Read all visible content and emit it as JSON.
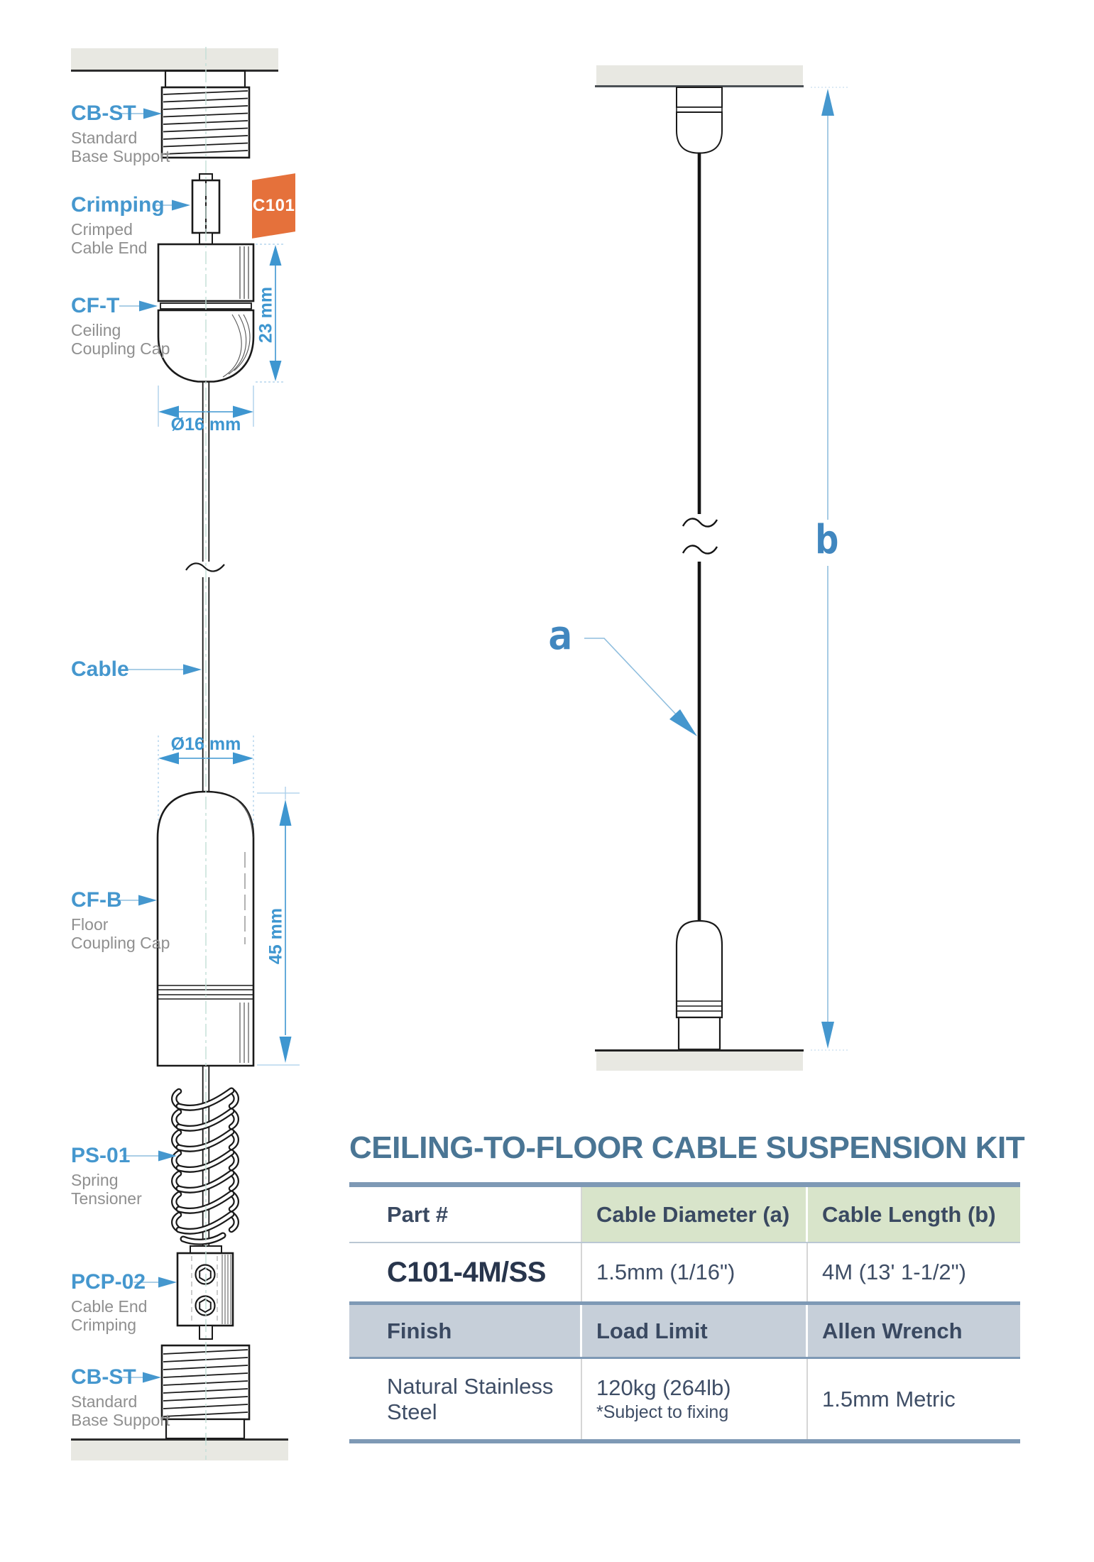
{
  "left": {
    "parts": [
      {
        "code": "CB-ST",
        "d1": "Standard",
        "d2": "Base Support"
      },
      {
        "code": "Crimping",
        "d1": "Crimped",
        "d2": "Cable End"
      },
      {
        "code": "CF-T",
        "d1": "Ceiling",
        "d2": "Coupling Cap"
      },
      {
        "code": "Cable",
        "d1": "",
        "d2": ""
      },
      {
        "code": "CF-B",
        "d1": "Floor",
        "d2": "Coupling Cap"
      },
      {
        "code": "PS-01",
        "d1": "Spring",
        "d2": "Tensioner"
      },
      {
        "code": "PCP-02",
        "d1": "Cable End",
        "d2": "Crimping"
      },
      {
        "code": "CB-ST",
        "d1": "Standard",
        "d2": "Base Support"
      }
    ],
    "tag": "C101",
    "dim_23": "23 mm",
    "dim_d16_top": "Ø16 mm",
    "dim_d16_bottom": "Ø16 mm",
    "dim_45": "45 mm"
  },
  "right": {
    "a": "a",
    "b": "b"
  },
  "table": {
    "title": "CEILING-TO-FLOOR CABLE SUSPENSION KIT",
    "h1": [
      "Part #",
      "Cable Diameter (a)",
      "Cable Length (b)"
    ],
    "r1": [
      "C101-4M/SS",
      "1.5mm (1/16\")",
      "4M (13' 1-1/2\")"
    ],
    "h2": [
      "Finish",
      "Load Limit",
      "Allen Wrench"
    ],
    "r2": [
      "Natural Stainless Steel",
      "120kg (264lb)",
      "1.5mm Metric"
    ],
    "note": "*Subject to fixing"
  },
  "colors": {
    "label_blue": "#4597ce",
    "dim_blue": "#3e96d0",
    "callout_blue": "#4187bf",
    "tag_orange": "#e5713b",
    "table_bar": "#7e99b5",
    "header_green": "#d8e4ca",
    "header_grey": "#c6cfd9",
    "slab": "#e8e8e2",
    "text_slate": "#3f4e66"
  }
}
